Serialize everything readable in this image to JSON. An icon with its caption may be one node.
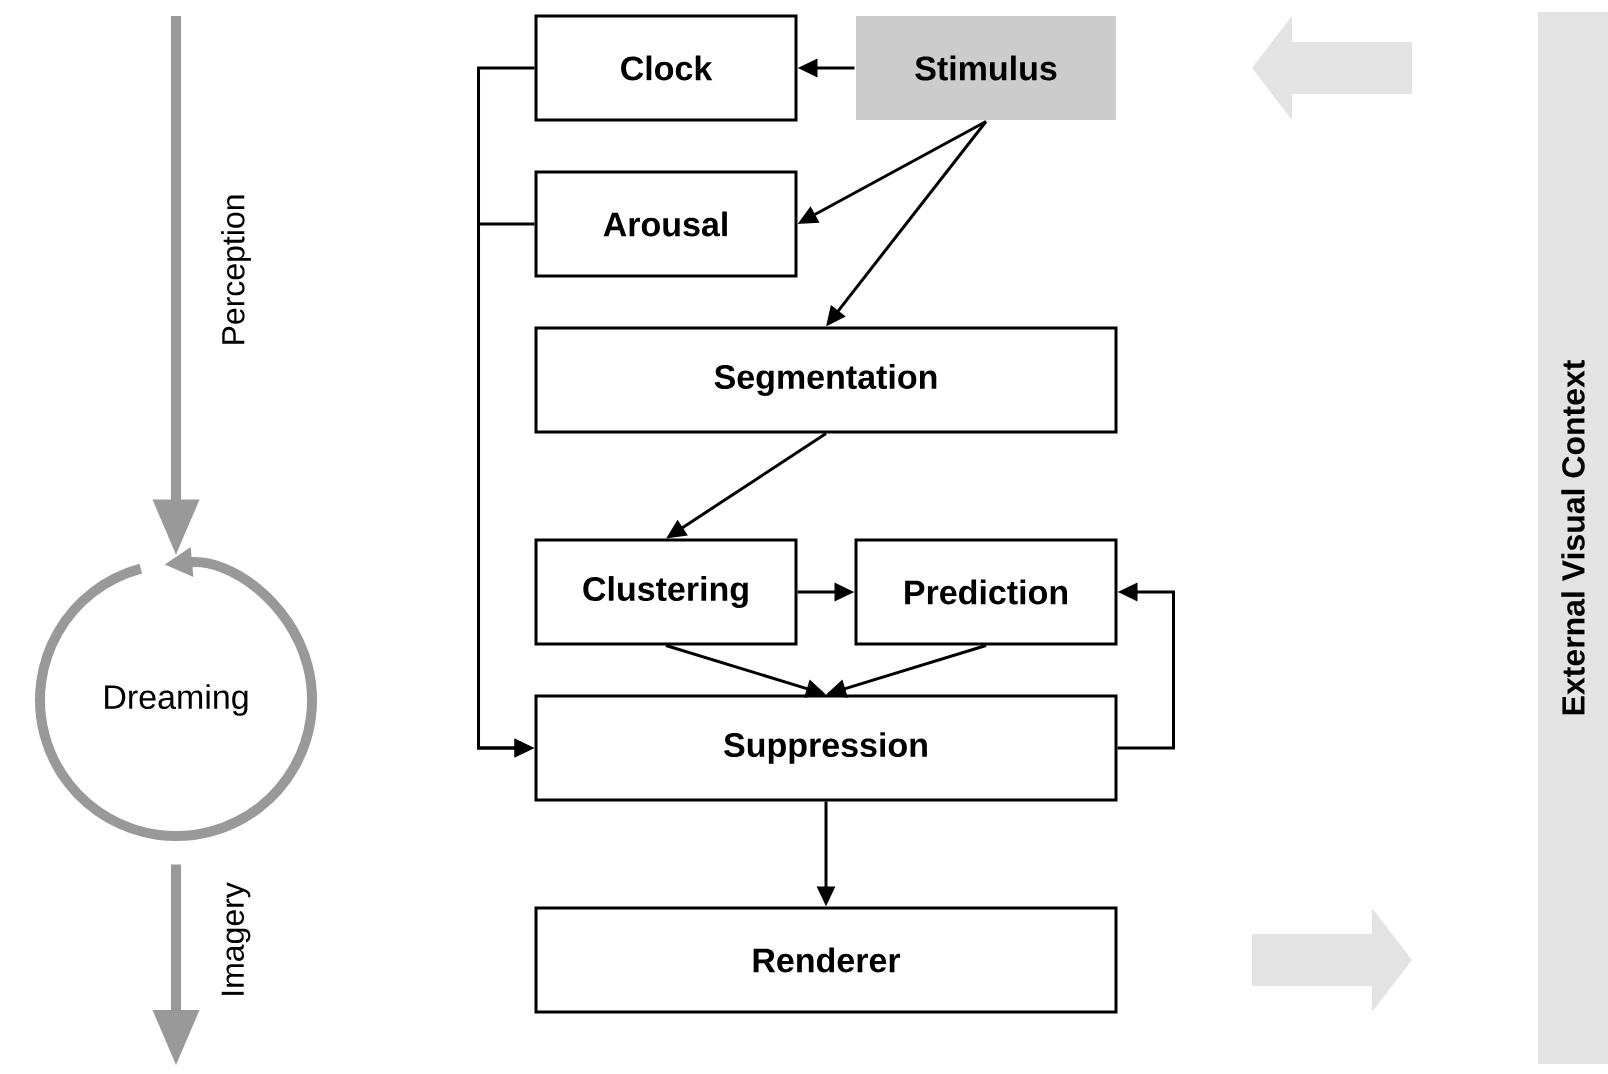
{
  "diagram": {
    "nodes": [
      {
        "text": [
          "Clock"
        ]
      },
      {
        "text": [
          "Stimulus"
        ]
      },
      {
        "text": [
          "Arousal"
        ]
      },
      {
        "text": [
          "Segmentation"
        ]
      },
      {
        "text": [
          "Clustering"
        ]
      },
      {
        "text": [
          "Prediction"
        ]
      },
      {
        "text": [
          "Suppression"
        ]
      },
      {
        "text": [
          "Renderer"
        ]
      },
      {
        "text": [
          "Dreaming"
        ]
      },
      {
        "text": [
          "External Visual Context"
        ]
      }
    ],
    "edges": [
      {
        "from": 1,
        "to": 0,
        "arrow": "to"
      },
      {
        "from": 1,
        "to": 2,
        "arrow": "to"
      },
      {
        "from": 1,
        "to": 3,
        "arrow": "to"
      },
      {
        "from": 3,
        "to": 4,
        "arrow": "to"
      },
      {
        "from": 4,
        "to": 5,
        "arrow": "to"
      },
      {
        "from": 4,
        "to": 6,
        "arrow": "to"
      },
      {
        "from": 5,
        "to": 6,
        "arrow": "to"
      },
      {
        "from": 0,
        "to": 6,
        "arrow": "to"
      },
      {
        "from": 2,
        "to": 6,
        "arrow": "to"
      },
      {
        "from": 6,
        "to": 5,
        "arrow": "to"
      },
      {
        "from": 6,
        "to": 7,
        "arrow": "to"
      },
      {
        "from": null,
        "to": 8,
        "arrow": "to",
        "label": "Perception",
        "style": "thick",
        "color": "#999999"
      },
      {
        "from": 8,
        "to": null,
        "arrow": "to",
        "label": "Imagery",
        "style": "thick",
        "color": "#999999"
      }
    ]
  }
}
